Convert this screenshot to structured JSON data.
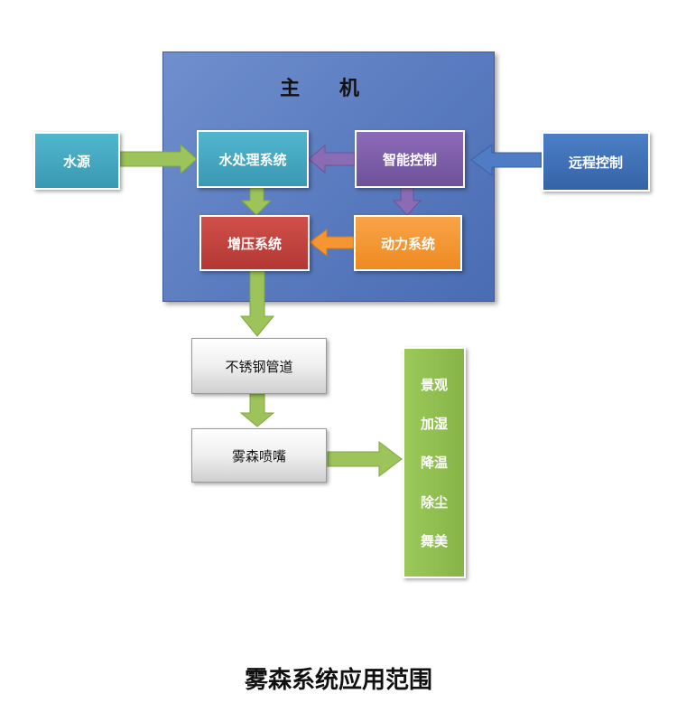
{
  "host_title": "主 机",
  "nodes": {
    "water_source": "水源",
    "water_treatment": "水处理系统",
    "smart_control": "智能控制",
    "remote_control": "远程控制",
    "pressure_system": "增压系统",
    "power_system": "动力系统",
    "steel_pipe": "不锈钢管道",
    "nozzle": "雾森喷嘴"
  },
  "applications": [
    "景观",
    "加湿",
    "降温",
    "除尘",
    "舞美"
  ],
  "caption": "雾森系统应用范围",
  "colors": {
    "host_bg": "#5b7cc0",
    "teal": "#43a6c0",
    "purple": "#7b5ea7",
    "blue": "#3f72b8",
    "red": "#c0403f",
    "orange": "#f59633",
    "green": "#8dbb4a"
  }
}
